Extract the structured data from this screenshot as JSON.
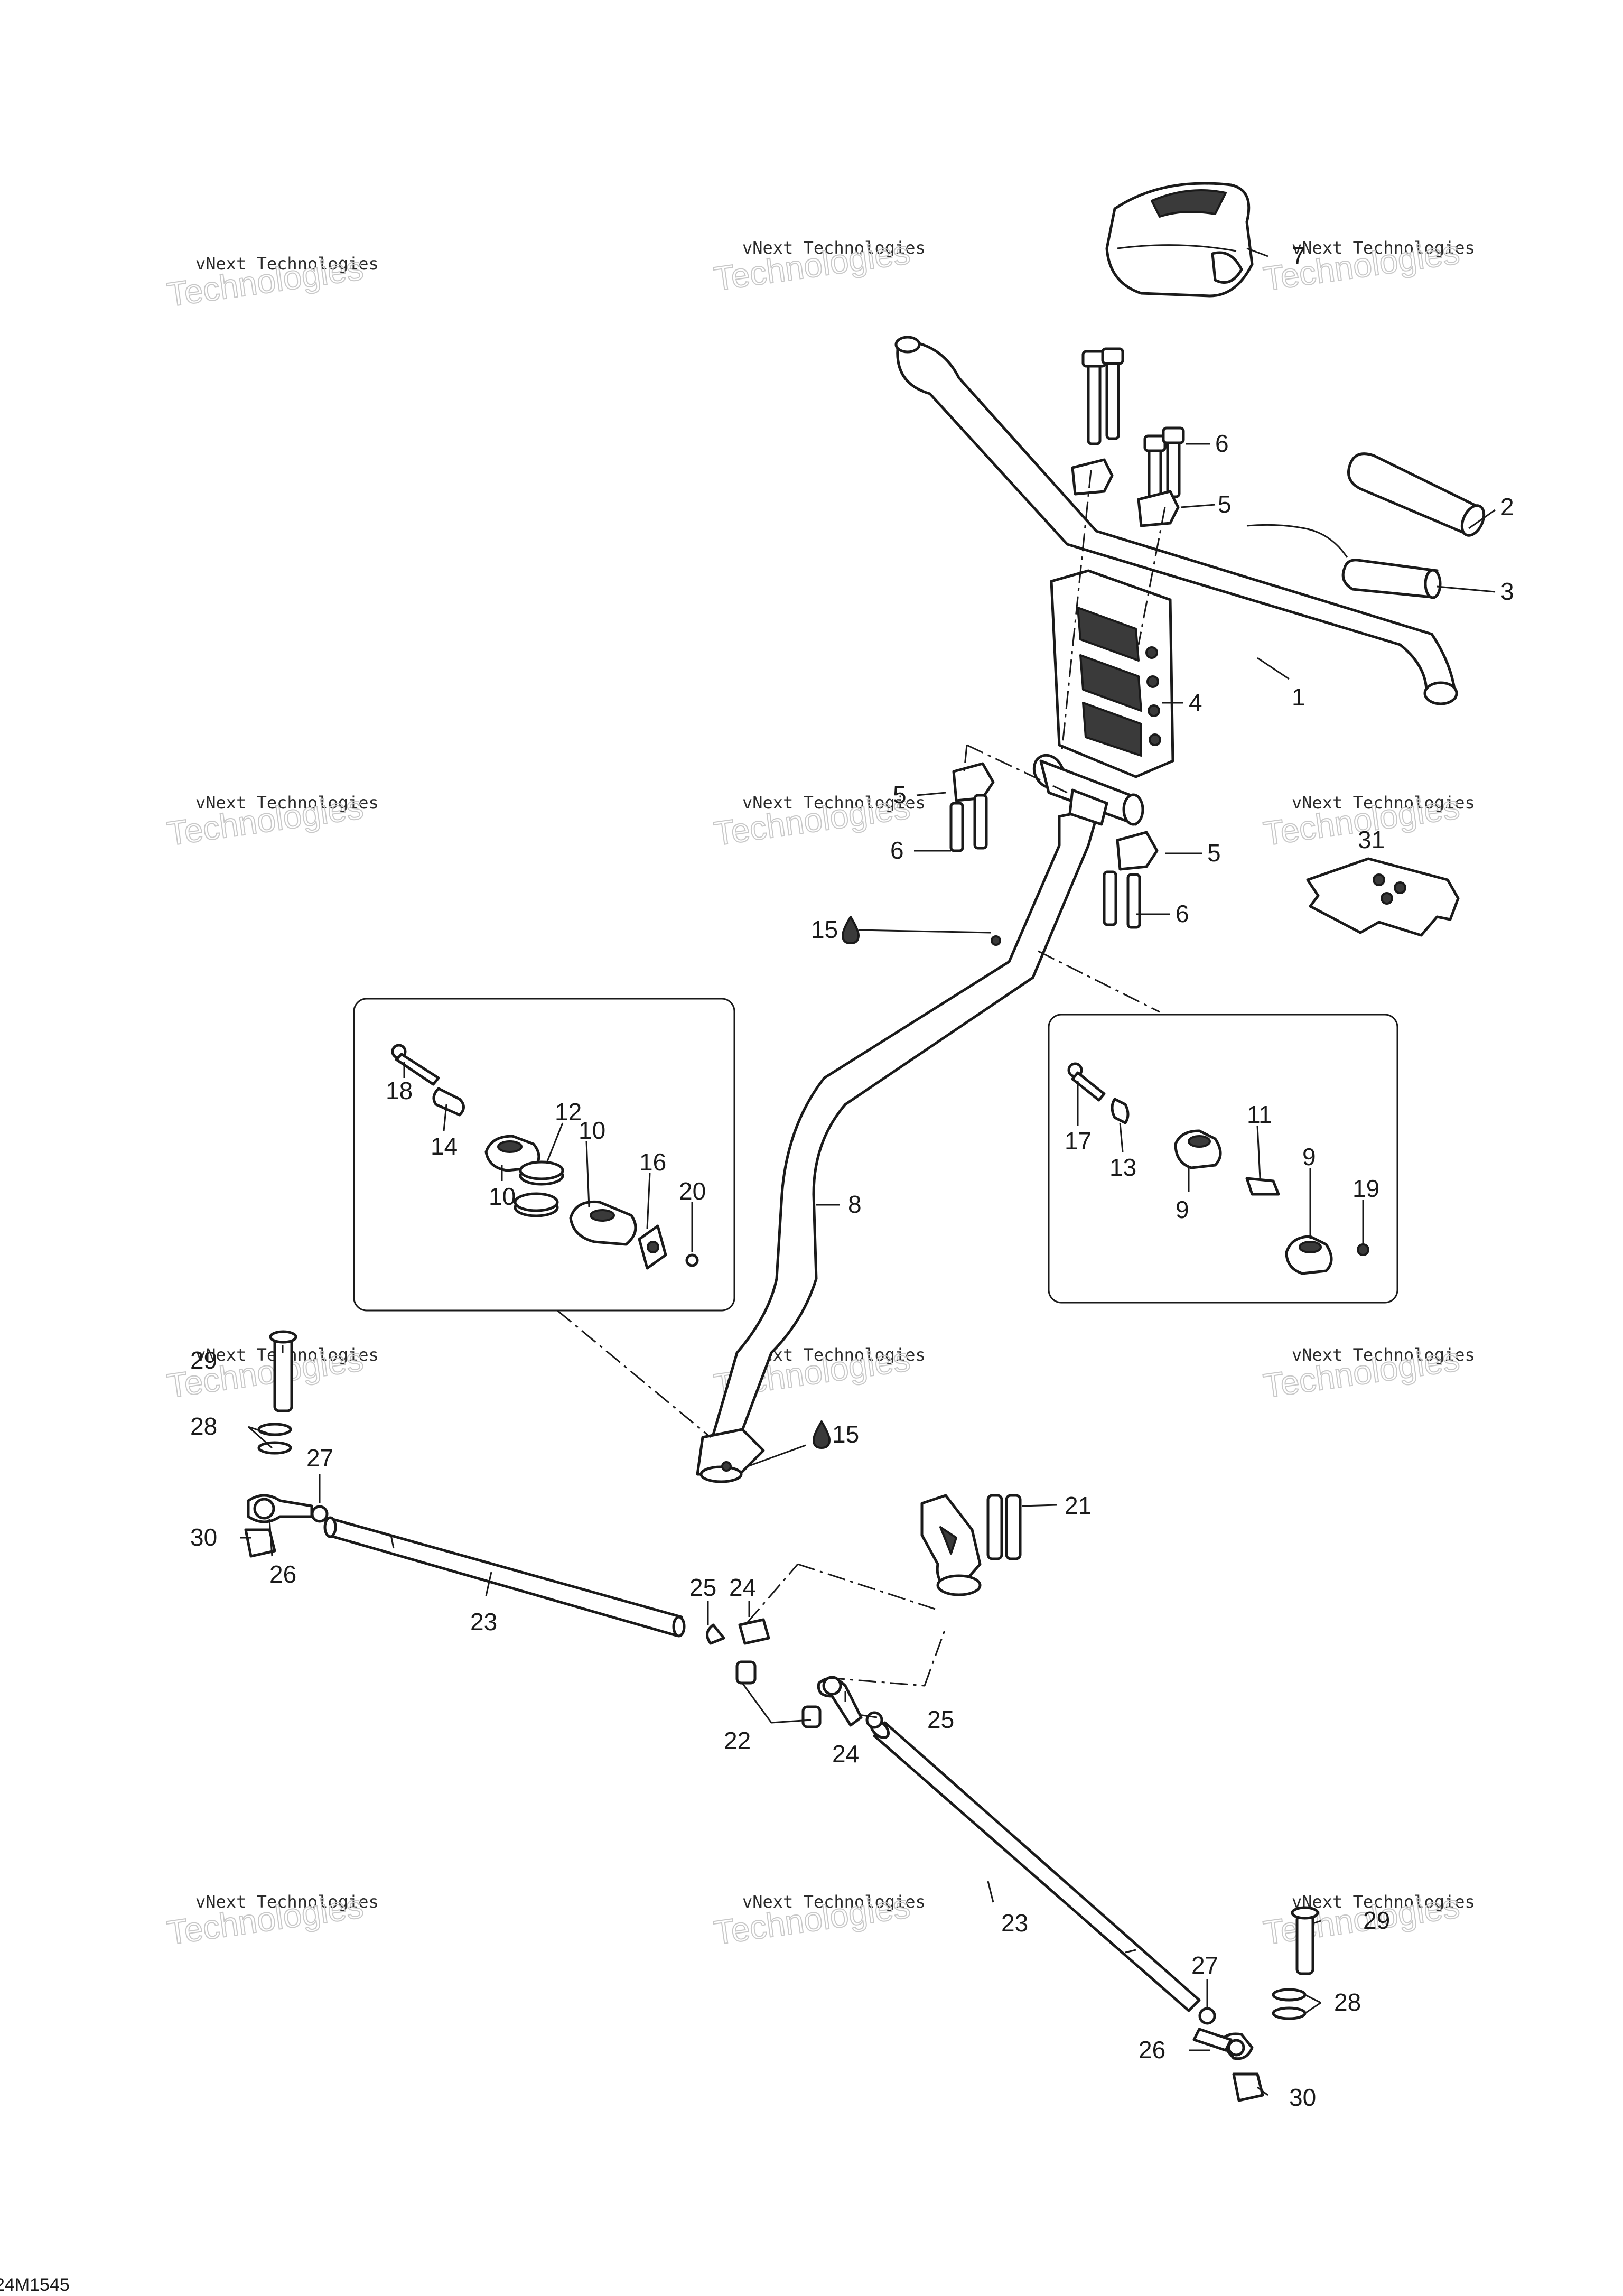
{
  "document_code": "24M1545",
  "watermark": {
    "line1": "vNext Technologies",
    "line2": "Technologies"
  },
  "callouts": {
    "c1": "1",
    "c2": "2",
    "c3": "3",
    "c4": "4",
    "c5a": "5",
    "c5b": "5",
    "c5c": "5",
    "c6a": "6",
    "c6b": "6",
    "c6c": "6",
    "c7": "7",
    "c8": "8",
    "c9a": "9",
    "c9b": "9",
    "c10a": "10",
    "c10b": "10",
    "c11": "11",
    "c12": "12",
    "c13": "13",
    "c14": "14",
    "c15a": "15",
    "c15b": "15",
    "c16": "16",
    "c17": "17",
    "c18": "18",
    "c19": "19",
    "c20": "20",
    "c21": "21",
    "c22": "22",
    "c23a": "23",
    "c23b": "23",
    "c24a": "24",
    "c24b": "24",
    "c25a": "25",
    "c25b": "25",
    "c26a": "26",
    "c26b": "26",
    "c27a": "27",
    "c27b": "27",
    "c28a": "28",
    "c28b": "28",
    "c29a": "29",
    "c29b": "29",
    "c30a": "30",
    "c30b": "30",
    "c31": "31"
  }
}
